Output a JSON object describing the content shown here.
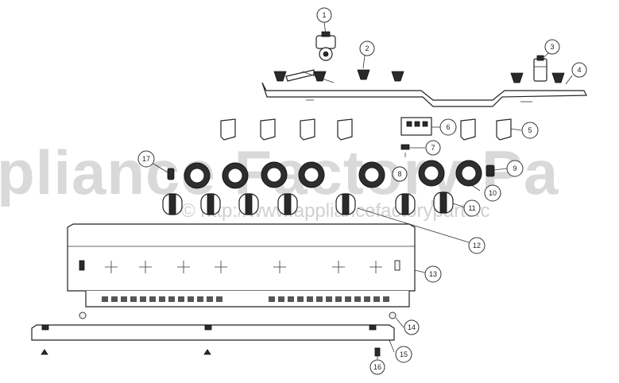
{
  "watermark": {
    "text_large": "pliance Factory Pa",
    "text_url": "© http://www.appliancefactoryparts.c"
  },
  "callouts": [
    "1",
    "2",
    "3",
    "4",
    "5",
    "6",
    "7",
    "8",
    "9",
    "10",
    "11",
    "12",
    "13",
    "14",
    "15",
    "16",
    "17"
  ],
  "colors": {
    "line": "#222222",
    "fill_dark": "#2a2a2a",
    "watermark": "#d9d9d9"
  }
}
